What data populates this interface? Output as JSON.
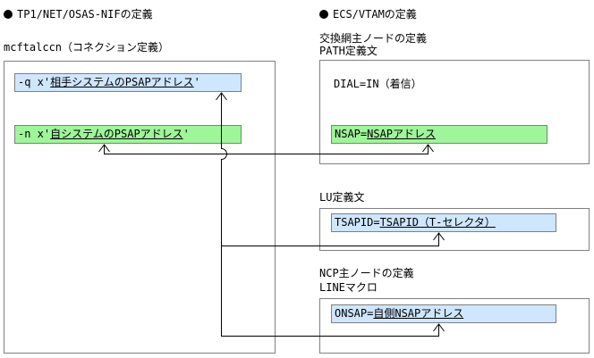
{
  "left_panel": {
    "heading": "TP1/NET/OSAS-NIFの定義",
    "command": "mcftalccn（コネクション定義）",
    "opt_q": {
      "prefix": "-q x'",
      "value": "相手システムのPSAPアドレス",
      "suffix": "'"
    },
    "opt_n": {
      "prefix": "-n x'",
      "value": "自システムのPSAPアドレス",
      "suffix": "'"
    }
  },
  "right_panel": {
    "heading": "ECS/VTAMの定義",
    "exchange_label": "交換網主ノードの定義",
    "path_label": "PATH定義文",
    "dial_text": "DIAL=IN（着信）",
    "nsap": {
      "key": "NSAP=",
      "value": "NSAPアドレス"
    },
    "lu_label": "LU定義文",
    "tsapid": {
      "key": "TSAPID=",
      "value": "TSAPID（T-セレクタ）"
    },
    "ncp_label": "NCP主ノードの定義",
    "line_label": "LINEマクロ",
    "onsap": {
      "key": "ONSAP=",
      "value": "自側NSAPアドレス"
    }
  },
  "colors": {
    "blue_field": "#cfe6ff",
    "green_field": "#9ff59a",
    "frame": "#808080",
    "line": "#000000"
  }
}
